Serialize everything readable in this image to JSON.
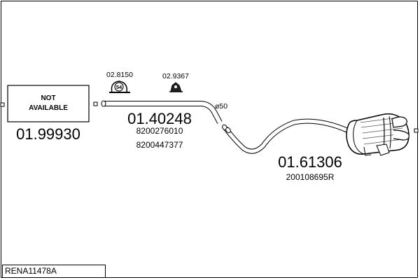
{
  "diagram_code": "RENA11478A",
  "parts": {
    "front_pipe": {
      "label": "01.99930",
      "note_line1": "NOT",
      "note_line2": "AVAILABLE"
    },
    "middle_pipe": {
      "label": "01.40248",
      "oem1": "8200276010",
      "oem2": "8200447377",
      "diameter": "ø50"
    },
    "rear_silencer": {
      "label": "01.61306",
      "oem1": "200108695R"
    },
    "clamp": {
      "label": "02.8150",
      "size": "54"
    },
    "rubber_mount": {
      "label": "02.9367"
    }
  }
}
